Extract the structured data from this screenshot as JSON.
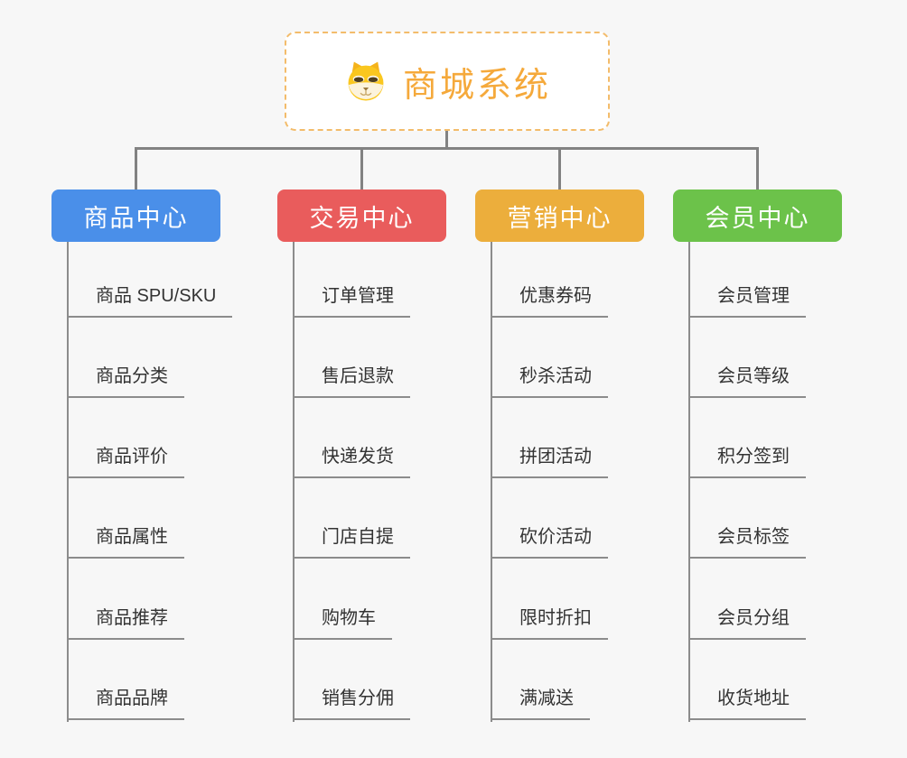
{
  "canvas": {
    "background": "#F7F7F7",
    "connector_color": "#828282",
    "underline_color": "#8C8C8C",
    "item_text_color": "#333333"
  },
  "root": {
    "title": "商城系统",
    "icon": "dog-face-icon",
    "text_color": "#F5A93B",
    "border_color": "#F3BC6B",
    "background": "#FFFFFF"
  },
  "branches": [
    {
      "label": "商品中心",
      "color": "#4A8FE9",
      "items": [
        "商品 SPU/SKU",
        "商品分类",
        "商品评价",
        "商品属性",
        "商品推荐",
        "商品品牌"
      ]
    },
    {
      "label": "交易中心",
      "color": "#E95C5C",
      "items": [
        "订单管理",
        "售后退款",
        "快递发货",
        "门店自提",
        "购物车",
        "销售分佣"
      ]
    },
    {
      "label": "营销中心",
      "color": "#ECAE3C",
      "items": [
        "优惠券码",
        "秒杀活动",
        "拼团活动",
        "砍价活动",
        "限时折扣",
        "满减送"
      ]
    },
    {
      "label": "会员中心",
      "color": "#6CC24A",
      "items": [
        "会员管理",
        "会员等级",
        "积分签到",
        "会员标签",
        "会员分组",
        "收货地址"
      ]
    }
  ]
}
